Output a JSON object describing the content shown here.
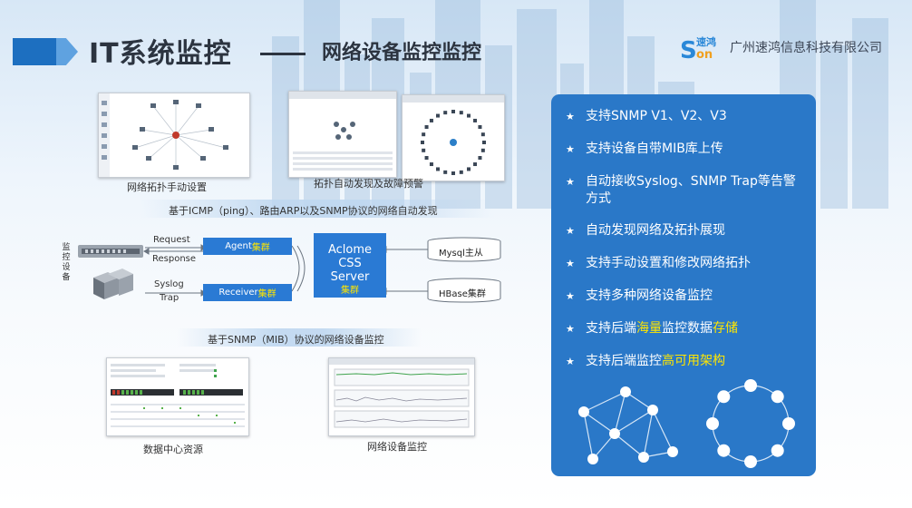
{
  "header": {
    "title": "IT系统监控",
    "subtitle": "网络设备监控监控",
    "logo_text": "速鸿",
    "company": "广州速鸿信息科技有限公司"
  },
  "left": {
    "caption_topology_manual": "网络拓扑手动设置",
    "caption_topology_auto": "拓扑自动发现及故障预警",
    "banner_discovery": "基于ICMP（ping）、路由ARP以及SNMP协议的网络自动发现",
    "vertical_label": "监控设备",
    "label_request": "Request",
    "label_response": "Response",
    "label_syslog": "Syslog",
    "label_trap": "Trap",
    "agent_word": "Agent",
    "agent_cluster": "集群",
    "receiver_word": "Receiver",
    "receiver_cluster": "集群",
    "server_line1": "Aclome",
    "server_line2": "CSS",
    "server_line3": "Server",
    "server_cluster": "集群",
    "db_mysql": "Mysql主从",
    "db_hbase": "HBase集群",
    "banner_snmp": "基于SNMP（MIB）协议的网络设备监控",
    "caption_datacenter": "数据中心资源",
    "caption_network": "网络设备监控"
  },
  "features": [
    {
      "text": "支持SNMP V1、V2、V3",
      "pre": "",
      "hl": "",
      "post": ""
    },
    {
      "text": "支持设备自带MIB库上传",
      "pre": "",
      "hl": "",
      "post": ""
    },
    {
      "text": "自动接收Syslog、SNMP Trap等告警",
      "pre": "",
      "hl": "",
      "post": "",
      "line2": "方式"
    },
    {
      "text": "自动发现网络及拓扑展现",
      "pre": "",
      "hl": "",
      "post": ""
    },
    {
      "text": "支持手动设置和修改网络拓扑",
      "pre": "",
      "hl": "",
      "post": ""
    },
    {
      "text": "支持多种网络设备监控",
      "pre": "",
      "hl": "",
      "post": ""
    },
    {
      "text": "",
      "pre": "支持后端",
      "hl": "海量",
      "mid": "监控数据",
      "hl2": "存储"
    },
    {
      "text": "",
      "pre": "支持后端监控",
      "hl": "高可用架构",
      "mid": "",
      "hl2": ""
    }
  ],
  "icons": {
    "star": "star-icon"
  },
  "colors": {
    "panel": "#2a78c8",
    "highlight": "#ffe600",
    "box": "#2a7ad4"
  }
}
